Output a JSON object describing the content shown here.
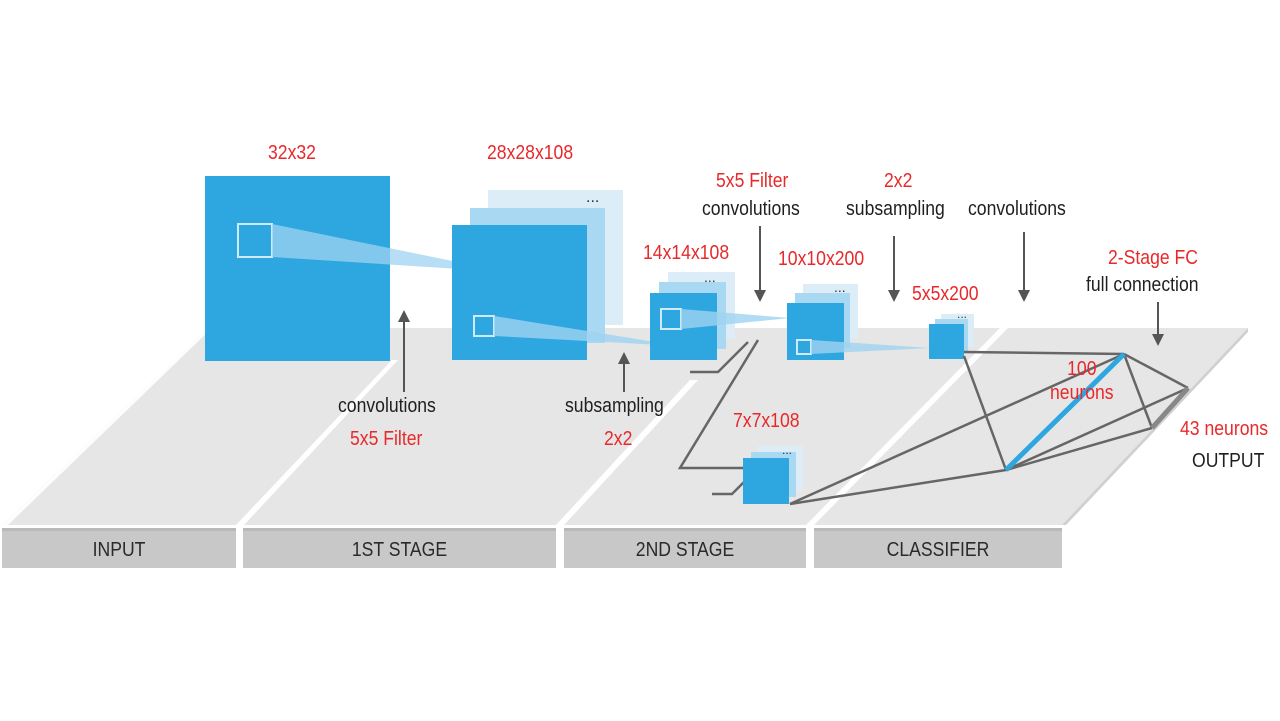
{
  "stages": [
    "INPUT",
    "1ST STAGE",
    "2ND STAGE",
    "CLASSIFIER"
  ],
  "sizes": {
    "input": "32x32",
    "stage1_maps": "28x28x108",
    "stage1_sub": "14x14x108",
    "stage2_maps": "10x10x200",
    "stage2_sub": "5x5x200",
    "branch": "7x7x108"
  },
  "annotations": {
    "conv1_label": "convolutions",
    "conv1_filter": "5x5 Filter",
    "sub1_label": "subsampling",
    "sub1_size": "2x2",
    "conv2_filter": "5x5 Filter",
    "conv2_label": "convolutions",
    "sub2_size": "2x2",
    "sub2_label": "subsampling",
    "conv3_label": "convolutions",
    "fc_label": "2-Stage FC",
    "fc_sub": "full connection",
    "hidden": "100\nneurons",
    "output_count": "43 neurons",
    "output_label": "OUTPUT"
  },
  "colors": {
    "map": "#2ea6e0",
    "map_light": "#bfe1f5",
    "map_mid": "#8ccdee",
    "red_text": "#e8292b",
    "platform": "#e6e6e6",
    "band": "#c8c8c8",
    "line": "#666666"
  }
}
